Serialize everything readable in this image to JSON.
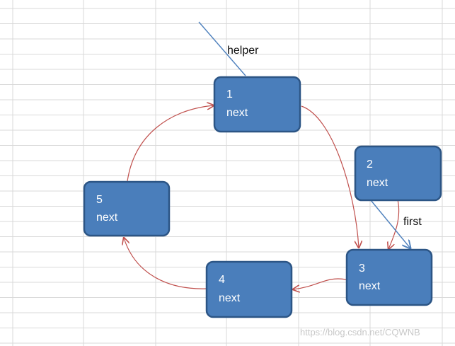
{
  "diagram": {
    "nodes": [
      {
        "id": "n1",
        "value": "1",
        "field": "next"
      },
      {
        "id": "n2",
        "value": "2",
        "field": "next"
      },
      {
        "id": "n3",
        "value": "3",
        "field": "next"
      },
      {
        "id": "n4",
        "value": "4",
        "field": "next"
      },
      {
        "id": "n5",
        "value": "5",
        "field": "next"
      }
    ],
    "pointers": [
      {
        "id": "helper",
        "label": "helper",
        "target": "n1"
      },
      {
        "id": "first",
        "label": "first",
        "target": "n3"
      }
    ],
    "edges": [
      {
        "from": "n1",
        "to": "n3"
      },
      {
        "from": "n2",
        "to": "n3"
      },
      {
        "from": "n3",
        "to": "n4"
      },
      {
        "from": "n4",
        "to": "n5"
      },
      {
        "from": "n5",
        "to": "n1"
      }
    ]
  },
  "watermark": "https://blog.csdn.net/CQWNB",
  "colors": {
    "node_fill": "#4a7ebb",
    "node_border": "#2c5585",
    "edge": "#c0504d",
    "pointer": "#4f81bd"
  }
}
